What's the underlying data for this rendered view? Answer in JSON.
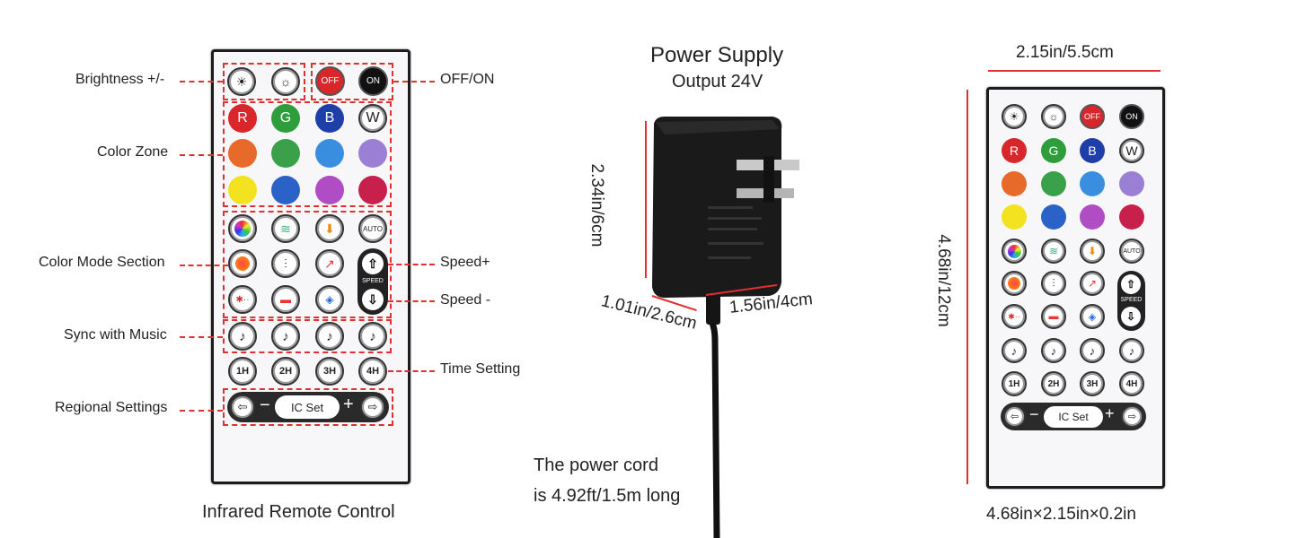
{
  "left_labels": {
    "brightness": "Brightness +/-",
    "color_zone": "Color Zone",
    "color_mode": "Color Mode Section",
    "sync_music": "Sync with Music",
    "regional": "Regional Settings"
  },
  "right_labels": {
    "off_on": "OFF/ON",
    "speed_plus": "Speed+",
    "speed_minus": "Speed -",
    "time_setting": "Time Setting"
  },
  "remote": {
    "off": "OFF",
    "on": "ON",
    "rgbw": [
      "R",
      "G",
      "B",
      "W"
    ],
    "auto": "AUTO",
    "speed": "SPEED",
    "timers": [
      "1H",
      "2H",
      "3H",
      "4H"
    ],
    "ic_set": "IC Set",
    "minus": "−",
    "plus": "+"
  },
  "colors": {
    "red": "#d8262a",
    "green": "#2e9e3c",
    "blue": "#1f3fa8",
    "orange": "#e86a2a",
    "green2": "#3aa14a",
    "sky": "#3a8ee0",
    "lavender": "#9a7fd4",
    "yellow": "#f2e21f",
    "blue2": "#2b62c8",
    "violet": "#b04cc4",
    "crimson": "#c8204c",
    "accent_dash": "#e03030"
  },
  "captions": {
    "remote": "Infrared Remote Control",
    "power_title": "Power Supply",
    "power_output": "Output 24V",
    "cord_line1": "The power cord",
    "cord_line2": "is 4.92ft/1.5m long",
    "dims_total": "4.68in×2.15in×0.2in"
  },
  "dimensions": {
    "adapter_height": "2.34in/6cm",
    "adapter_depth": "1.01in/2.6cm",
    "adapter_width": "1.56in/4cm",
    "remote_width": "2.15in/5.5cm",
    "remote_height": "4.68in/12cm"
  },
  "icons": [
    "brightness-up-icon",
    "brightness-down-icon",
    "color-wheel-icon",
    "wave-icon",
    "fade-icon",
    "flash-icon",
    "equalizer-icon",
    "jump-icon",
    "strobe-icon",
    "chase-icon",
    "music-note-icon",
    "left-arrow-icon",
    "right-arrow-icon"
  ]
}
